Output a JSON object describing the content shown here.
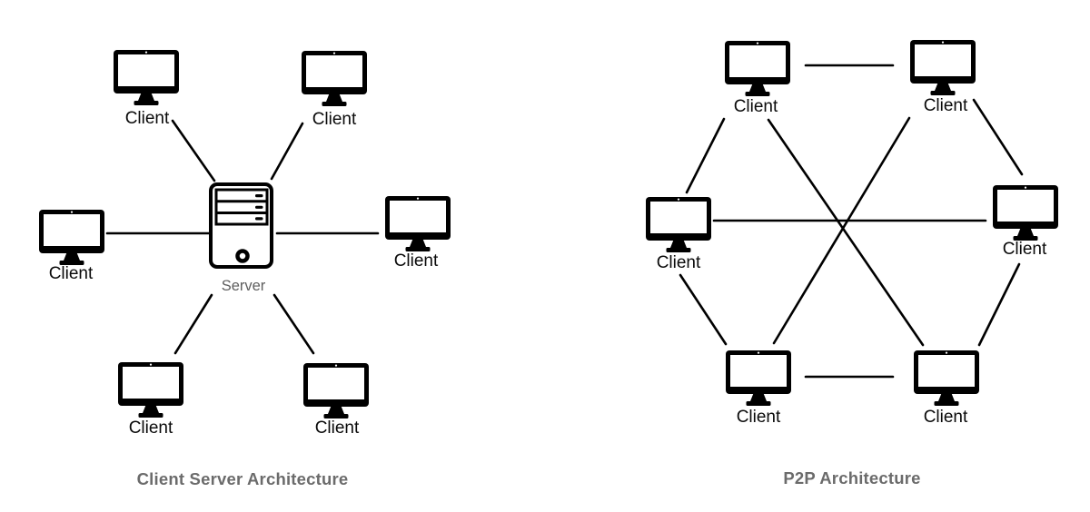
{
  "colors": {
    "background": "#ffffff",
    "line": "#000000",
    "icon": "#000000",
    "client_label": "#0a0a0a",
    "server_label": "#5f5f5f",
    "title": "#6b6b6b"
  },
  "icons": {
    "client": "desktop-monitor-icon",
    "server": "server-tower-icon"
  },
  "left_diagram": {
    "title": "Client Server Architecture",
    "nodes": [
      {
        "id": "client-top-left",
        "label": "Client"
      },
      {
        "id": "client-top-right",
        "label": "Client"
      },
      {
        "id": "client-left",
        "label": "Client"
      },
      {
        "id": "client-right",
        "label": "Client"
      },
      {
        "id": "client-bottom-left",
        "label": "Client"
      },
      {
        "id": "client-bottom-right",
        "label": "Client"
      },
      {
        "id": "server",
        "label": "Server"
      }
    ],
    "edges": [
      [
        "client-top-left",
        "server"
      ],
      [
        "client-top-right",
        "server"
      ],
      [
        "client-left",
        "server"
      ],
      [
        "client-right",
        "server"
      ],
      [
        "client-bottom-left",
        "server"
      ],
      [
        "client-bottom-right",
        "server"
      ]
    ]
  },
  "right_diagram": {
    "title": "P2P Architecture",
    "nodes": [
      {
        "id": "peer-top-left",
        "label": "Client"
      },
      {
        "id": "peer-top-right",
        "label": "Client"
      },
      {
        "id": "peer-left",
        "label": "Client"
      },
      {
        "id": "peer-right",
        "label": "Client"
      },
      {
        "id": "peer-bottom-left",
        "label": "Client"
      },
      {
        "id": "peer-bottom-right",
        "label": "Client"
      }
    ],
    "edges": [
      [
        "peer-top-left",
        "peer-top-right"
      ],
      [
        "peer-top-right",
        "peer-right"
      ],
      [
        "peer-right",
        "peer-bottom-right"
      ],
      [
        "peer-bottom-right",
        "peer-bottom-left"
      ],
      [
        "peer-bottom-left",
        "peer-left"
      ],
      [
        "peer-left",
        "peer-top-left"
      ],
      [
        "peer-left",
        "peer-right"
      ],
      [
        "peer-top-left",
        "peer-bottom-right"
      ],
      [
        "peer-top-right",
        "peer-bottom-left"
      ]
    ]
  }
}
